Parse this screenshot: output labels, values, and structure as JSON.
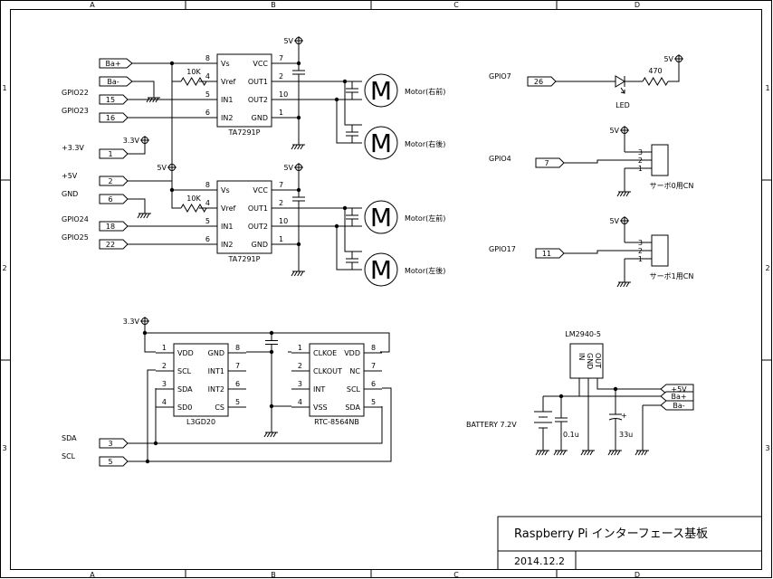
{
  "frame": {
    "cols": [
      "A",
      "B",
      "C",
      "D"
    ],
    "rows": [
      "1",
      "2",
      "3"
    ]
  },
  "title_block": {
    "title": "Raspberry Pi インターフェース基板",
    "date": "2014.12.2"
  },
  "power_labels": {
    "v5": "5V",
    "v33": "3.3V"
  },
  "connectors": {
    "ba_plus": "Ba+",
    "ba_minus": "Ba-",
    "plus5v": "+5V"
  },
  "gpio_pins": [
    {
      "label": "GPIO22",
      "pin": "15"
    },
    {
      "label": "GPIO23",
      "pin": "16"
    },
    {
      "label": "+3.3V",
      "pin": "1"
    },
    {
      "label": "+5V",
      "pin": "2"
    },
    {
      "label": "GND",
      "pin": "6"
    },
    {
      "label": "GPIO24",
      "pin": "18"
    },
    {
      "label": "GPIO25",
      "pin": "22"
    },
    {
      "label": "SDA",
      "pin": "3"
    },
    {
      "label": "SCL",
      "pin": "5"
    },
    {
      "label": "GPIO7",
      "pin": "26"
    },
    {
      "label": "GPIO4",
      "pin": "7"
    },
    {
      "label": "GPIO17",
      "pin": "11"
    }
  ],
  "ic_ta7291p": {
    "name": "TA7291P",
    "left_pins": [
      {
        "num": "8",
        "name": "Vs"
      },
      {
        "num": "4",
        "name": "Vref"
      },
      {
        "num": "5",
        "name": "IN1"
      },
      {
        "num": "6",
        "name": "IN2"
      }
    ],
    "right_pins": [
      {
        "num": "7",
        "name": "VCC"
      },
      {
        "num": "2",
        "name": "OUT1"
      },
      {
        "num": "10",
        "name": "OUT2"
      },
      {
        "num": "1",
        "name": "GND"
      }
    ]
  },
  "ic_l3gd20": {
    "name": "L3GD20",
    "left_pins": [
      {
        "num": "1",
        "name": "VDD"
      },
      {
        "num": "2",
        "name": "SCL"
      },
      {
        "num": "3",
        "name": "SDA"
      },
      {
        "num": "4",
        "name": "SD0"
      }
    ],
    "right_pins": [
      {
        "num": "8",
        "name": "GND"
      },
      {
        "num": "7",
        "name": "INT1"
      },
      {
        "num": "6",
        "name": "INT2"
      },
      {
        "num": "5",
        "name": "CS"
      }
    ]
  },
  "ic_rtc": {
    "name": "RTC-8564NB",
    "left_pins": [
      {
        "num": "1",
        "name": "CLKOE"
      },
      {
        "num": "2",
        "name": "CLKOUT"
      },
      {
        "num": "3",
        "name": "INT"
      },
      {
        "num": "4",
        "name": "VSS"
      }
    ],
    "right_pins": [
      {
        "num": "8",
        "name": "VDD"
      },
      {
        "num": "7",
        "name": "NC"
      },
      {
        "num": "6",
        "name": "SCL"
      },
      {
        "num": "5",
        "name": "SDA"
      }
    ]
  },
  "resistors": {
    "r10k": "10K",
    "r470": "470"
  },
  "motors": {
    "symbol": "M",
    "m1": "Motor(右前)",
    "m2": "Motor(右後)",
    "m3": "Motor(左前)",
    "m4": "Motor(左後)"
  },
  "led": "LED",
  "servos": {
    "s0": "サーボ0用CN",
    "s1": "サーボ1用CN",
    "pins": [
      "3",
      "2",
      "1"
    ]
  },
  "regulator": {
    "name": "LM2940-5",
    "pins": [
      "IN",
      "GND",
      "OUT"
    ]
  },
  "battery": "BATTERY 7.2V",
  "caps": {
    "c1": "0.1u",
    "c2": "33u",
    "plus": "+"
  }
}
